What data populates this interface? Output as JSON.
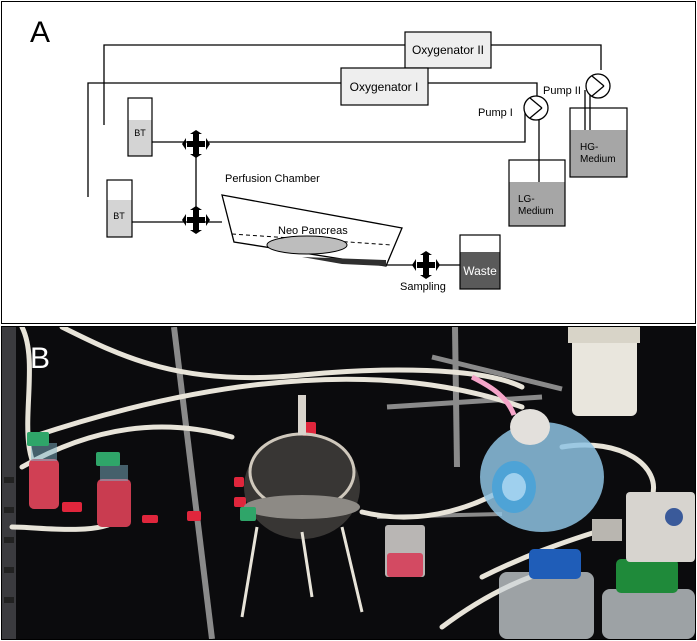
{
  "panel_a": {
    "letter": "A",
    "labels": {
      "oxygenator_2": "Oxygenator II",
      "oxygenator_1": "Oxygenator I",
      "pump_1": "Pump I",
      "pump_2": "Pump II",
      "bt_top": "BT",
      "bt_bottom": "BT",
      "perfusion_chamber": "Perfusion Chamber",
      "neo_pancreas": "Neo Pancreas",
      "lg_medium_1": "LG-",
      "lg_medium_2": "Medium",
      "hg_medium_1": "HG-",
      "hg_medium_2": "Medium",
      "waste": "Waste",
      "sampling": "Sampling"
    }
  },
  "panel_b": {
    "letter": "B"
  },
  "colors": {
    "line": "#000000",
    "box_fill": "#eeeeee",
    "medium_fill": "#a6a6a6",
    "waste_fill": "#5a5a5a",
    "neo_pancreas_fill": "#bdbdbd",
    "photo_background": "#0b0b0d"
  }
}
